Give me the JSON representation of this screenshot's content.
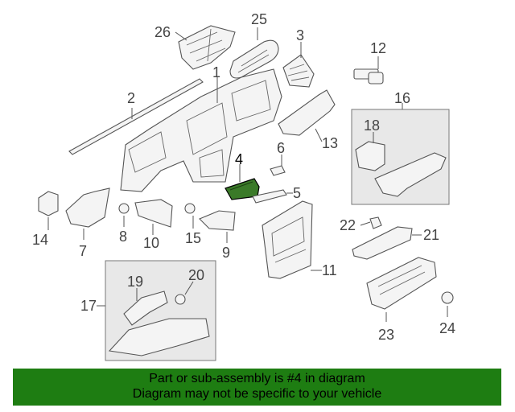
{
  "diagram": {
    "callouts": [
      "1",
      "2",
      "3",
      "4",
      "5",
      "6",
      "7",
      "8",
      "9",
      "10",
      "11",
      "12",
      "13",
      "14",
      "15",
      "16",
      "17",
      "18",
      "19",
      "20",
      "21",
      "22",
      "23",
      "24",
      "25",
      "26"
    ],
    "highlight": "4",
    "highlight_color": "#3a7a28"
  },
  "banner": {
    "line1": "Part or sub-assembly is #4 in diagram",
    "line2": "Diagram may not be specific to your vehicle",
    "color": "#1e7d12"
  }
}
